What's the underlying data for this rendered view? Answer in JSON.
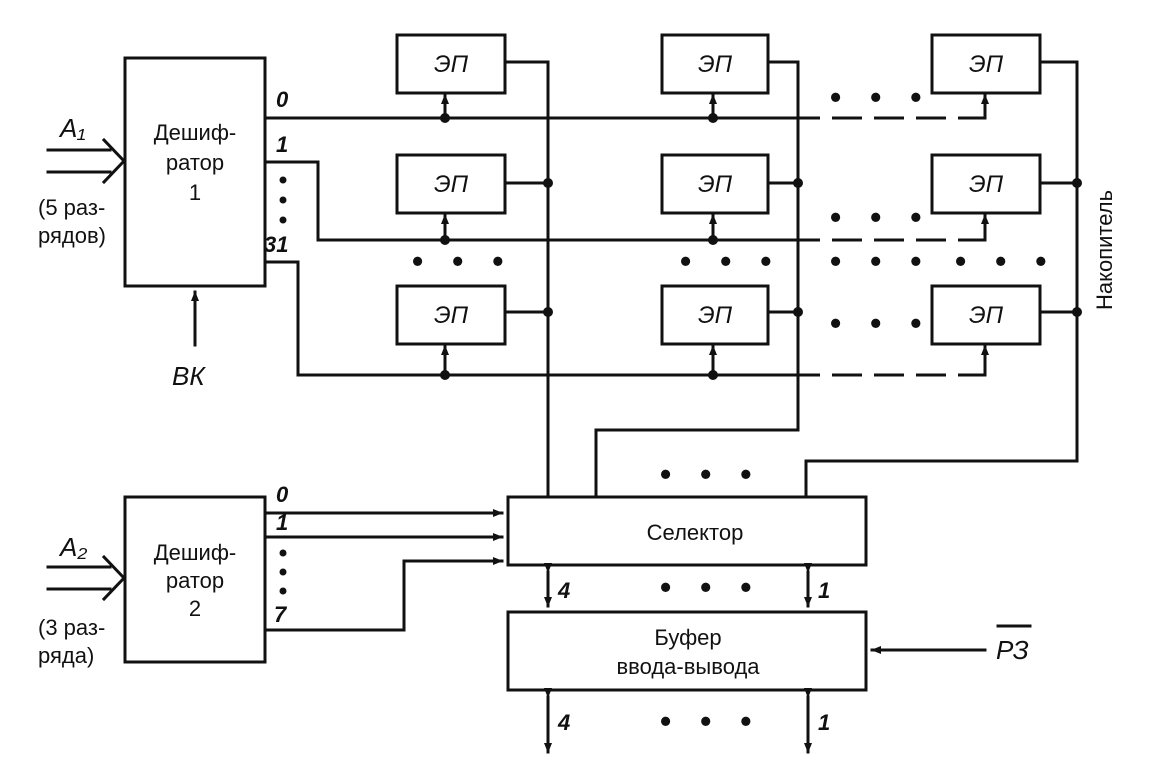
{
  "decoder1": {
    "lines": [
      "Дешиф-",
      "ратор",
      "1"
    ]
  },
  "decoder2": {
    "lines": [
      "Дешиф-",
      "ратор",
      "2"
    ]
  },
  "input_a1": {
    "label": "A₁",
    "note_lines": [
      "(5 раз-",
      "рядов)"
    ]
  },
  "input_a2": {
    "label": "A₂",
    "note_lines": [
      "(3 раз-",
      "ряда)"
    ]
  },
  "control_vk": "ВК",
  "control_rz": "РЗ",
  "storage_label": "Накопитель",
  "cell_label": "ЭП",
  "selector_label": "Селектор",
  "buffer": {
    "lines": [
      "Буфер",
      "ввода-вывода"
    ]
  },
  "decoder1_outputs": [
    "0",
    "1",
    "31"
  ],
  "decoder2_outputs": [
    "0",
    "1",
    "7"
  ],
  "bus_labels": {
    "left": "4",
    "right": "1"
  },
  "ellipsis": "• • •"
}
